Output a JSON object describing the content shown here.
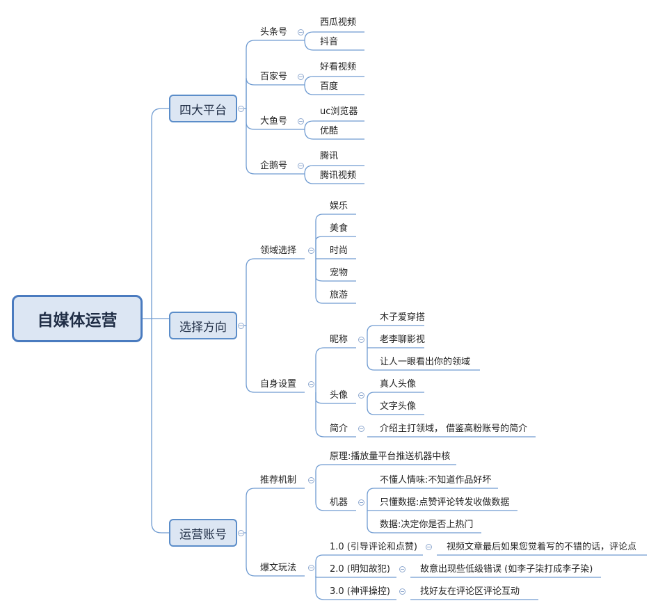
{
  "root": "自媒体运营",
  "branches": {
    "platforms": {
      "label": "四大平台",
      "toutiao": {
        "label": "头条号",
        "c1": "西瓜视频",
        "c2": "抖音"
      },
      "baijia": {
        "label": "百家号",
        "c1": "好看视频",
        "c2": "百度"
      },
      "dayu": {
        "label": "大鱼号",
        "c1": "uc浏览器",
        "c2": "优酷"
      },
      "qie": {
        "label": "企鹅号",
        "c1": "腾讯",
        "c2": "腾讯视频"
      }
    },
    "direction": {
      "label": "选择方向",
      "field": {
        "label": "领域选择",
        "c1": "娱乐",
        "c2": "美食",
        "c3": "时尚",
        "c4": "宠物",
        "c5": "旅游"
      },
      "self": {
        "label": "自身设置",
        "nickname": {
          "label": "昵称",
          "c1": "木子爱穿搭",
          "c2": "老李聊影视",
          "c3": "让人一眼看出你的领域"
        },
        "avatar": {
          "label": "头像",
          "c1": "真人头像",
          "c2": "文字头像"
        },
        "intro": {
          "label": "简介",
          "c1": "介绍主打领域， 借鉴高粉账号的简介"
        }
      }
    },
    "operate": {
      "label": "运营账号",
      "recommend": {
        "label": "推荐机制",
        "principle": "原理:播放量平台推送机器中核",
        "machine": {
          "label": "机器",
          "c1": "不懂人情味:不知道作品好坏",
          "c2": "只懂数据:点赞评论转发收做数据",
          "c3": "数据:决定你是否上热门"
        }
      },
      "viral": {
        "label": "爆文玩法",
        "p1": {
          "label": "1.0 (引导评论和点赞)",
          "c1": "视频文章最后如果您觉着写的不错的话，评论点"
        },
        "p2": {
          "label": "2.0 (明知故犯)",
          "c1": "故意出现些低级错误 (如李子柒打成李子染)"
        },
        "p3": {
          "label": "3.0 (神评操控)",
          "c1": "找好友在评论区评论互动"
        }
      }
    }
  }
}
